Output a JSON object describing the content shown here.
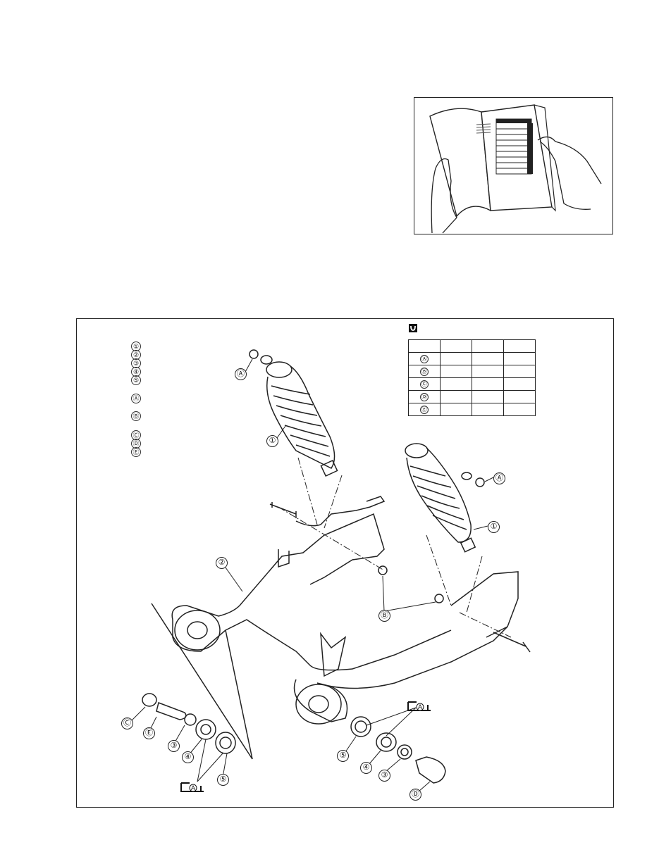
{
  "legend": {
    "items": [
      "①",
      "②",
      "③",
      "④",
      "⑤",
      "Ⓐ",
      "Ⓑ",
      "Ⓒ",
      "Ⓓ",
      "Ⓔ"
    ]
  },
  "torque_table": {
    "icon": "torque-wrench-icon",
    "rows": [
      "Ⓐ",
      "Ⓑ",
      "Ⓒ",
      "Ⓓ",
      "Ⓔ"
    ]
  },
  "callouts": {
    "c1a": "Ⓐ",
    "c1b": "①",
    "c2a": "Ⓐ",
    "c2b": "①",
    "c3": "②",
    "c4": "Ⓑ",
    "c5": "Ⓒ",
    "c6": "Ⓔ",
    "c7": "③",
    "c8": "④",
    "c9": "⑤",
    "c10": "⑤",
    "c11": "④",
    "c12": "③",
    "c13": "Ⓓ"
  },
  "grease_symbol": "grease-icon",
  "grease_label": "A"
}
